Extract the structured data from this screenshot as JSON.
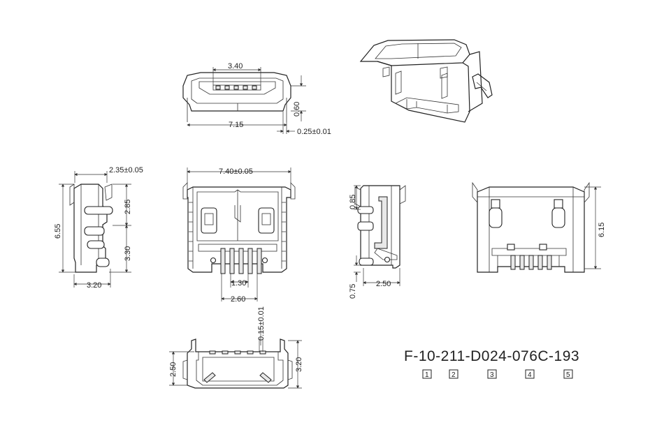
{
  "drawing": {
    "part_number": "F-10-211-D024-076C-193",
    "part_index_boxes": [
      "1",
      "2",
      "3",
      "4",
      "5"
    ],
    "top_view": {
      "dims": {
        "slot_width": "3.40",
        "overall_width": "7.15",
        "height": "0.60",
        "tab": "0.25±0.01"
      }
    },
    "front_view": {
      "dims": {
        "width": "7.40±0.05",
        "pitch": "1.30",
        "pin_span": "2.60"
      }
    },
    "left_view": {
      "dims": {
        "top_offset": "2.35±0.05",
        "height": "6.55",
        "upper": "2.85",
        "lower": "3.30",
        "depth": "3.20"
      }
    },
    "side_section": {
      "dims": {
        "top": "0.85",
        "bottom": "0.75",
        "depth": "2.50"
      }
    },
    "rear_view": {
      "dims": {
        "height": "6.15"
      }
    },
    "bottom_view": {
      "dims": {
        "inner": "2.50",
        "outer": "3.20",
        "wall": "0.15±0.01"
      }
    }
  }
}
